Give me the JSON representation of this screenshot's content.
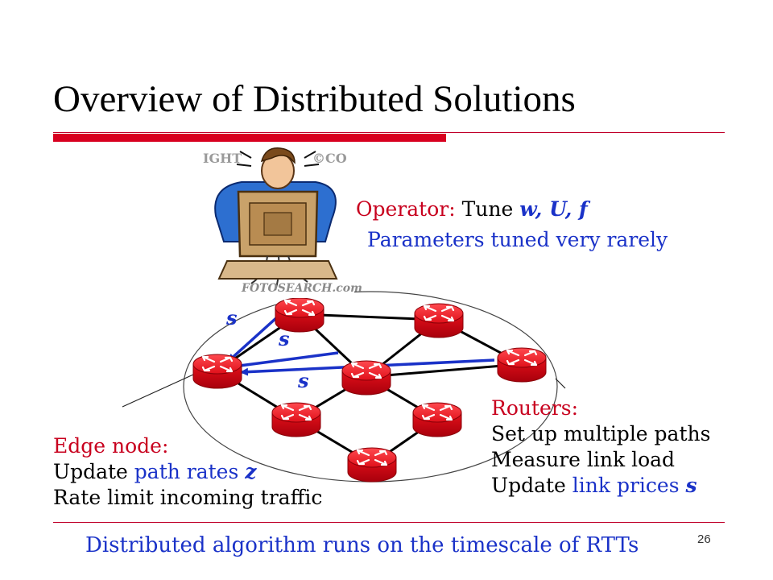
{
  "slide": {
    "title": "Overview of Distributed Solutions",
    "number": "26"
  },
  "clipart": {
    "watermark_top_left": "IGHT",
    "watermark_top_right": "©CO",
    "watermark_logo": "FOTOSEARCH.com"
  },
  "operator": {
    "label": "Operator:",
    "action": "Tune",
    "params": "w, U, f",
    "note": "Parameters tuned very rarely"
  },
  "network": {
    "link_labels": [
      "s",
      "s",
      "s"
    ]
  },
  "edge_node": {
    "label": "Edge node:",
    "line1_prefix": "Update",
    "line1_highlight": "path rates",
    "line1_var": "z",
    "line2": "Rate limit incoming traffic"
  },
  "routers": {
    "label": "Routers:",
    "line1": "Set up multiple paths",
    "line2": "Measure link load",
    "line3_prefix": "Update",
    "line3_highlight": "link prices",
    "line3_var": "s"
  },
  "footer": {
    "text": "Distributed algorithm runs on the timescale of RTTs"
  },
  "colors": {
    "accent_red": "#c8001e",
    "accent_blue": "#1a32c8",
    "router_red": "#e8101c"
  }
}
